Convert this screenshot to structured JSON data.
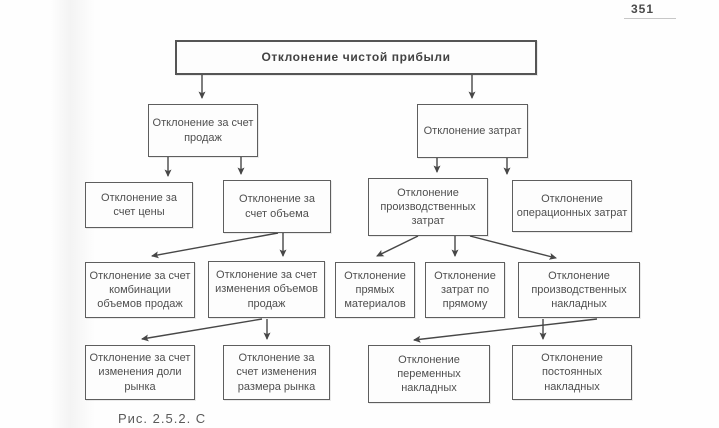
{
  "page": {
    "number": "351",
    "caption": "Рис. 2.5.2. С"
  },
  "diagram": {
    "title": "Отклонение чистой прибыли",
    "nodes": [
      {
        "id": 0,
        "label": "Отклонение чистой прибыли",
        "parent": null
      },
      {
        "id": 1,
        "label": "Отклонение за счет продаж",
        "parent": 0
      },
      {
        "id": 2,
        "label": "Отклонение затрат",
        "parent": 0
      },
      {
        "id": 3,
        "label": "Отклонение за счет цены",
        "parent": 1
      },
      {
        "id": 4,
        "label": "Отклонение за счет объема",
        "parent": 1
      },
      {
        "id": 5,
        "label": "Отклонение производственных затрат",
        "parent": 2
      },
      {
        "id": 6,
        "label": "Отклонение операционных затрат",
        "parent": 2
      },
      {
        "id": 7,
        "label": "Отклонение за счет комбинации объемов продаж",
        "parent": 4
      },
      {
        "id": 8,
        "label": "Отклонение за счет изменения объемов продаж",
        "parent": 4
      },
      {
        "id": 9,
        "label": "Отклонение прямых материалов",
        "parent": 5
      },
      {
        "id": 10,
        "label": "Отклонение затрат по прямому",
        "parent": 5
      },
      {
        "id": 11,
        "label": "Отклонение производственных накладных",
        "parent": 5
      },
      {
        "id": 12,
        "label": "Отклонение за счет изменения доли рынка",
        "parent": 8
      },
      {
        "id": 13,
        "label": "Отклонение за счет изменения размера рынка",
        "parent": 8
      },
      {
        "id": 14,
        "label": "Отклонение переменных накладных",
        "parent": 11
      },
      {
        "id": 15,
        "label": "Отклонение постоянных накладных",
        "parent": 11
      }
    ],
    "line_color": "#474747",
    "box_border_color": "#5e5e5e"
  }
}
